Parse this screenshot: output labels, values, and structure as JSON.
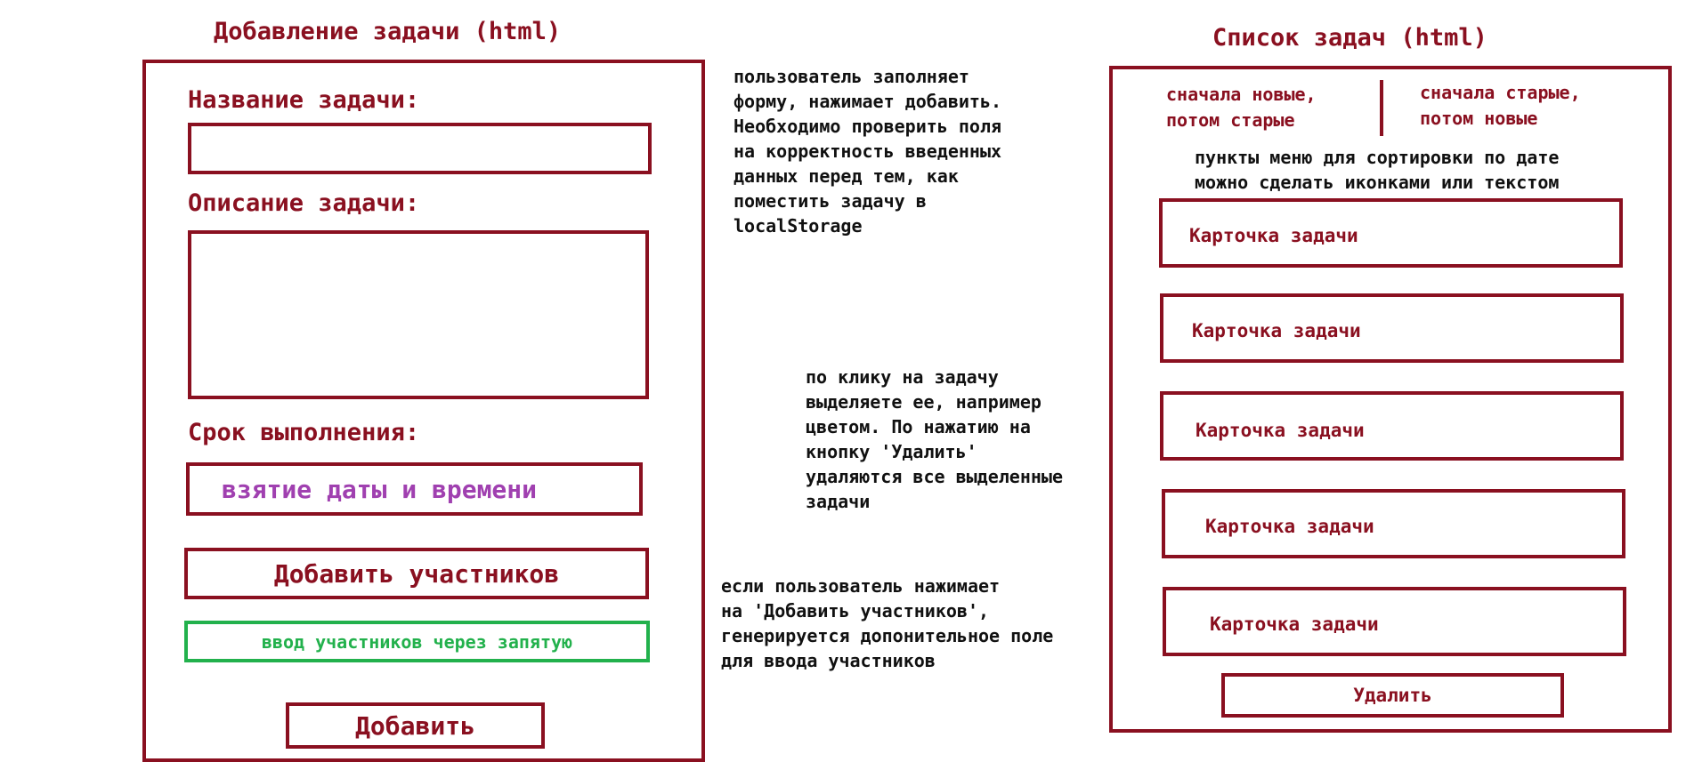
{
  "colors": {
    "frame": "#8a1020",
    "accent_purple": "#a040b0",
    "accent_green": "#22b14c",
    "note_text": "#111111"
  },
  "add_task": {
    "title": "Добавление задачи (html)",
    "name_label": "Название задачи:",
    "description_label": "Описание задачи:",
    "deadline_label": "Срок выполнения:",
    "datetime_placeholder": "взятие даты и времени",
    "add_participants_button": "Добавить участников",
    "participants_input_hint": "ввод участников через запятую",
    "add_button": "Добавить"
  },
  "task_list": {
    "title": "Список задач (html)",
    "sort_newest_first": "сначала новые,\nпотом старые",
    "sort_oldest_first": "сначала старые,\nпотом новые",
    "sort_hint": "пункты меню для сортировки по дате\nможно сделать иконками или текстом",
    "cards": [
      "Карточка задачи",
      "Карточка задачи",
      "Карточка задачи",
      "Карточка задачи",
      "Карточка задачи"
    ],
    "delete_button": "Удалить"
  },
  "notes": {
    "validation": "пользователь заполняет\nформу, нажимает добавить.\nНеобходимо проверить поля\nна корректность введенных\nданных перед тем, как\nпоместить задачу в\nlocalStorage",
    "selection": "по клику на задачу\nвыделяете ее, например\nцветом. По нажатию на\nкнопку 'Удалить'\nудаляются все выделенные\nзадачи",
    "participants": "если пользователь нажимает\nна 'Добавить участников',\nгенерируется допонительное поле\nдля ввода участников"
  }
}
